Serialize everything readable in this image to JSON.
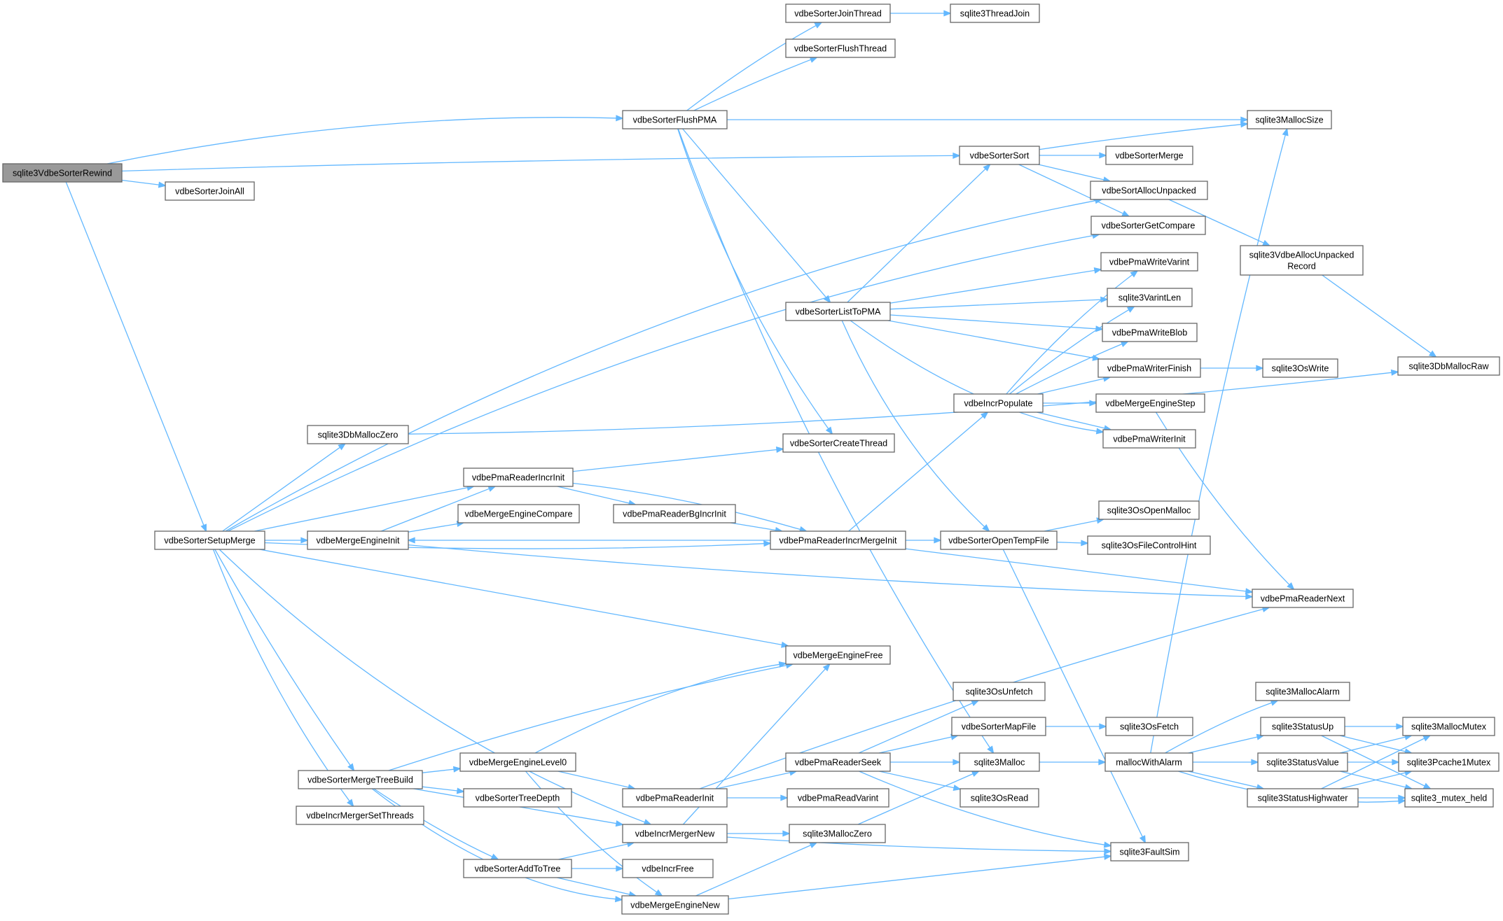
{
  "diagram": {
    "colors": {
      "edge": "#63b8ff",
      "node_border": "#666666",
      "node_fill": "#ffffff",
      "root_fill": "#999999",
      "text": "#000000"
    },
    "root": "sqlite3VdbeSorterRewind",
    "nodes": [
      {
        "id": "sqlite3VdbeSorterRewind",
        "lines": [
          "sqlite3VdbeSorterRewind"
        ]
      },
      {
        "id": "vdbeSorterFlushPMA",
        "lines": [
          "vdbeSorterFlushPMA"
        ]
      },
      {
        "id": "vdbeSorterJoinAll",
        "lines": [
          "vdbeSorterJoinAll"
        ]
      },
      {
        "id": "vdbeSorterSetupMerge",
        "lines": [
          "vdbeSorterSetupMerge"
        ]
      },
      {
        "id": "vdbeSorterSort",
        "lines": [
          "vdbeSorterSort"
        ]
      },
      {
        "id": "vdbeSorterJoinThread",
        "lines": [
          "vdbeSorterJoinThread"
        ]
      },
      {
        "id": "sqlite3ThreadJoin",
        "lines": [
          "sqlite3ThreadJoin"
        ]
      },
      {
        "id": "vdbeSorterFlushThread",
        "lines": [
          "vdbeSorterFlushThread"
        ]
      },
      {
        "id": "sqlite3MallocSize",
        "lines": [
          "sqlite3MallocSize"
        ]
      },
      {
        "id": "vdbeSorterMerge",
        "lines": [
          "vdbeSorterMerge"
        ]
      },
      {
        "id": "vdbeSortAllocUnpacked",
        "lines": [
          "vdbeSortAllocUnpacked"
        ]
      },
      {
        "id": "vdbeSorterGetCompare",
        "lines": [
          "vdbeSorterGetCompare"
        ]
      },
      {
        "id": "sqlite3VdbeAllocUnpackedRecord",
        "lines": [
          "sqlite3VdbeAllocUnpacked",
          "Record"
        ]
      },
      {
        "id": "vdbePmaWriteVarint",
        "lines": [
          "vdbePmaWriteVarint"
        ]
      },
      {
        "id": "vdbeSorterListToPMA",
        "lines": [
          "vdbeSorterListToPMA"
        ]
      },
      {
        "id": "sqlite3VarintLen",
        "lines": [
          "sqlite3VarintLen"
        ]
      },
      {
        "id": "vdbePmaWriteBlob",
        "lines": [
          "vdbePmaWriteBlob"
        ]
      },
      {
        "id": "vdbePmaWriterFinish",
        "lines": [
          "vdbePmaWriterFinish"
        ]
      },
      {
        "id": "sqlite3OsWrite",
        "lines": [
          "sqlite3OsWrite"
        ]
      },
      {
        "id": "sqlite3DbMallocRaw",
        "lines": [
          "sqlite3DbMallocRaw"
        ]
      },
      {
        "id": "vdbeIncrPopulate",
        "lines": [
          "vdbeIncrPopulate"
        ]
      },
      {
        "id": "vdbeMergeEngineStep",
        "lines": [
          "vdbeMergeEngineStep"
        ]
      },
      {
        "id": "sqlite3DbMallocZero",
        "lines": [
          "sqlite3DbMallocZero"
        ]
      },
      {
        "id": "vdbeSorterCreateThread",
        "lines": [
          "vdbeSorterCreateThread"
        ]
      },
      {
        "id": "vdbePmaWriterInit",
        "lines": [
          "vdbePmaWriterInit"
        ]
      },
      {
        "id": "vdbePmaReaderIncrInit",
        "lines": [
          "vdbePmaReaderIncrInit"
        ]
      },
      {
        "id": "sqlite3OsOpenMalloc",
        "lines": [
          "sqlite3OsOpenMalloc"
        ]
      },
      {
        "id": "vdbeMergeEngineCompare",
        "lines": [
          "vdbeMergeEngineCompare"
        ]
      },
      {
        "id": "vdbePmaReaderBgIncrInit",
        "lines": [
          "vdbePmaReaderBgIncrInit"
        ]
      },
      {
        "id": "vdbeMergeEngineInit",
        "lines": [
          "vdbeMergeEngineInit"
        ]
      },
      {
        "id": "vdbePmaReaderIncrMergeInit",
        "lines": [
          "vdbePmaReaderIncrMergeInit"
        ]
      },
      {
        "id": "vdbeSorterOpenTempFile",
        "lines": [
          "vdbeSorterOpenTempFile"
        ]
      },
      {
        "id": "sqlite3OsFileControlHint",
        "lines": [
          "sqlite3OsFileControlHint"
        ]
      },
      {
        "id": "vdbePmaReaderNext",
        "lines": [
          "vdbePmaReaderNext"
        ]
      },
      {
        "id": "vdbeMergeEngineFree",
        "lines": [
          "vdbeMergeEngineFree"
        ]
      },
      {
        "id": "sqlite3OsUnfetch",
        "lines": [
          "sqlite3OsUnfetch"
        ]
      },
      {
        "id": "sqlite3MallocAlarm",
        "lines": [
          "sqlite3MallocAlarm"
        ]
      },
      {
        "id": "vdbeSorterMapFile",
        "lines": [
          "vdbeSorterMapFile"
        ]
      },
      {
        "id": "sqlite3OsFetch",
        "lines": [
          "sqlite3OsFetch"
        ]
      },
      {
        "id": "sqlite3StatusUp",
        "lines": [
          "sqlite3StatusUp"
        ]
      },
      {
        "id": "sqlite3MallocMutex",
        "lines": [
          "sqlite3MallocMutex"
        ]
      },
      {
        "id": "vdbeSorterMergeTreeBuild",
        "lines": [
          "vdbeSorterMergeTreeBuild"
        ]
      },
      {
        "id": "vdbeMergeEngineLevel0",
        "lines": [
          "vdbeMergeEngineLevel0"
        ]
      },
      {
        "id": "vdbePmaReaderSeek",
        "lines": [
          "vdbePmaReaderSeek"
        ]
      },
      {
        "id": "sqlite3Malloc",
        "lines": [
          "sqlite3Malloc"
        ]
      },
      {
        "id": "mallocWithAlarm",
        "lines": [
          "mallocWithAlarm"
        ]
      },
      {
        "id": "sqlite3StatusValue",
        "lines": [
          "sqlite3StatusValue"
        ]
      },
      {
        "id": "sqlite3Pcache1Mutex",
        "lines": [
          "sqlite3Pcache1Mutex"
        ]
      },
      {
        "id": "vdbeSorterTreeDepth",
        "lines": [
          "vdbeSorterTreeDepth"
        ]
      },
      {
        "id": "vdbePmaReaderInit",
        "lines": [
          "vdbePmaReaderInit"
        ]
      },
      {
        "id": "vdbePmaReadVarint",
        "lines": [
          "vdbePmaReadVarint"
        ]
      },
      {
        "id": "sqlite3OsRead",
        "lines": [
          "sqlite3OsRead"
        ]
      },
      {
        "id": "sqlite3StatusHighwater",
        "lines": [
          "sqlite3StatusHighwater"
        ]
      },
      {
        "id": "sqlite3_mutex_held",
        "lines": [
          "sqlite3_mutex_held"
        ]
      },
      {
        "id": "vdbeIncrMergerSetThreads",
        "lines": [
          "vdbeIncrMergerSetThreads"
        ]
      },
      {
        "id": "vdbeIncrMergerNew",
        "lines": [
          "vdbeIncrMergerNew"
        ]
      },
      {
        "id": "sqlite3MallocZero",
        "lines": [
          "sqlite3MallocZero"
        ]
      },
      {
        "id": "sqlite3FaultSim",
        "lines": [
          "sqlite3FaultSim"
        ]
      },
      {
        "id": "vdbeSorterAddToTree",
        "lines": [
          "vdbeSorterAddToTree"
        ]
      },
      {
        "id": "vdbeIncrFree",
        "lines": [
          "vdbeIncrFree"
        ]
      },
      {
        "id": "vdbeMergeEngineNew",
        "lines": [
          "vdbeMergeEngineNew"
        ]
      }
    ]
  }
}
